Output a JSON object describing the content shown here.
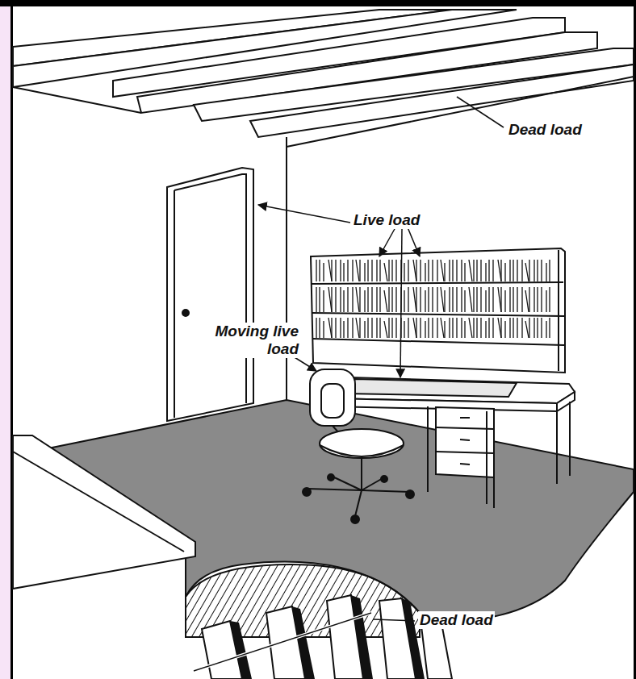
{
  "diagram": {
    "labels": [
      "Dead load",
      "Live load",
      "Moving live load",
      "Dead load"
    ]
  }
}
